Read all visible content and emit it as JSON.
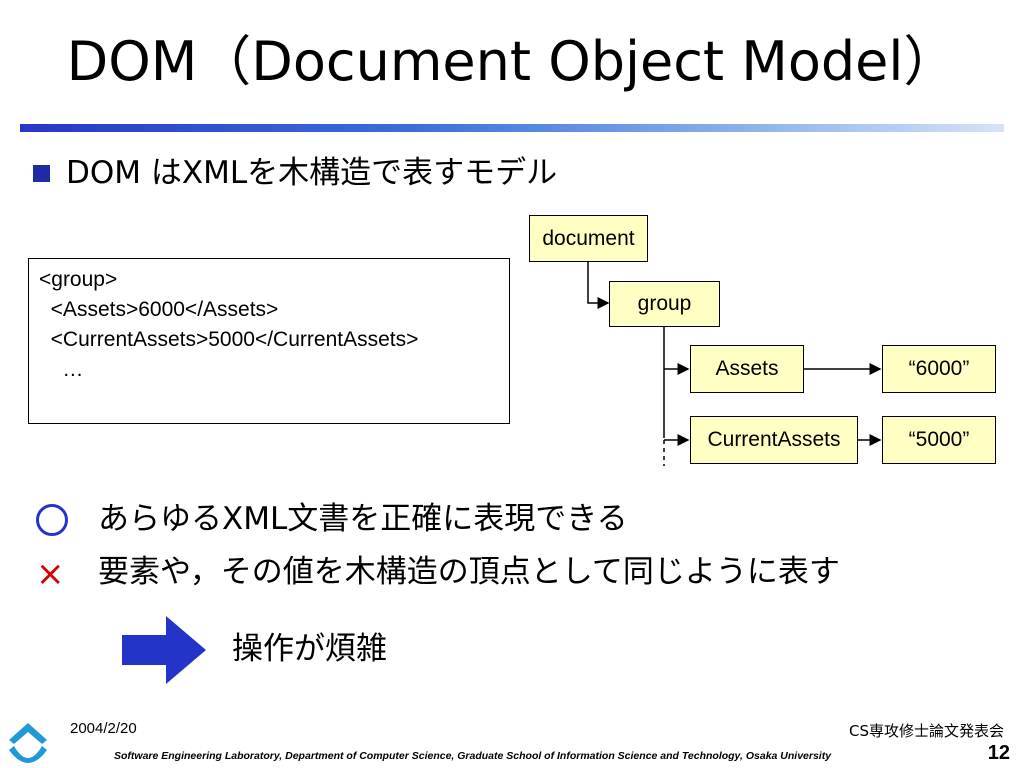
{
  "slide": {
    "title": "DOM（Document Object Model）",
    "bullet": "DOM はXMLを木構造で表すモデル",
    "code_lines": [
      "<group>",
      "  <Assets>6000</Assets>",
      "  <CurrentAssets>5000</CurrentAssets>",
      "    …"
    ],
    "tree": {
      "document": "document",
      "group": "group",
      "assets": "Assets",
      "assets_value": "“6000”",
      "current_assets": "CurrentAssets",
      "current_assets_value": "“5000”"
    },
    "pro_mark": "○",
    "pro_text": "あらゆるXML文書を正確に表現できる",
    "con_mark": "×",
    "con_text": "要素や，その値を木構造の頂点として同じように表す",
    "result_text": "操作が煩雑"
  },
  "footer": {
    "date": "2004/2/20",
    "event": "CS専攻修士論文発表会",
    "organization": "Software Engineering Laboratory,  Department of Computer Science,  Graduate School of Information Science and Technology,  Osaka University",
    "page_number": "12"
  },
  "colors": {
    "accent": "#2434c8",
    "node_fill": "#ffffc4",
    "con_mark": "#d40000",
    "logo": "#1e9bd7"
  },
  "icons": {
    "bullet": "blue-square-bullet-icon",
    "arrow": "right-arrow-icon",
    "logo": "university-logo-icon"
  }
}
